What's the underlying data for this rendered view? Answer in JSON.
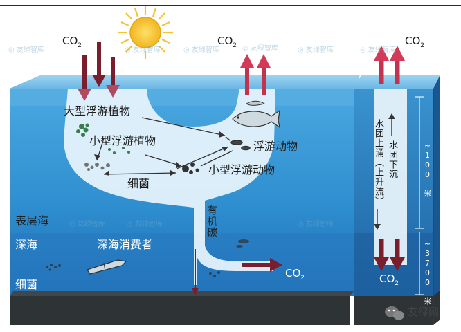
{
  "labels": {
    "co2": "CO",
    "co2_sub": "2",
    "large_phytoplankton": "大型浮游植物",
    "small_phytoplankton": "小型浮游植物",
    "bacteria_upper": "细菌",
    "zooplankton": "浮游动物",
    "small_zooplankton": "小型浮游动物",
    "organic_carbon": "有机碳",
    "surface_ocean": "表层海",
    "deep_ocean": "深海",
    "deep_consumers": "深海消费者",
    "bacteria_deep": "细菌",
    "water_sinking": "水团下沉",
    "water_upwelling": "水团上涌（上升流）",
    "depth_100": "~100 米",
    "depth_3700": "~3700 米",
    "brand": "友绿网"
  },
  "colors": {
    "ocean_surface": "#7ec3ea",
    "ocean_mid": "#2f8fd0",
    "ocean_deep": "#1f6fb5",
    "seabed": "#2c3133",
    "flow_path": "#e3f1fa",
    "arrow_dark_red": "#7a1e2e",
    "arrow_red": "#c2334f",
    "sun": "#f4c233"
  }
}
